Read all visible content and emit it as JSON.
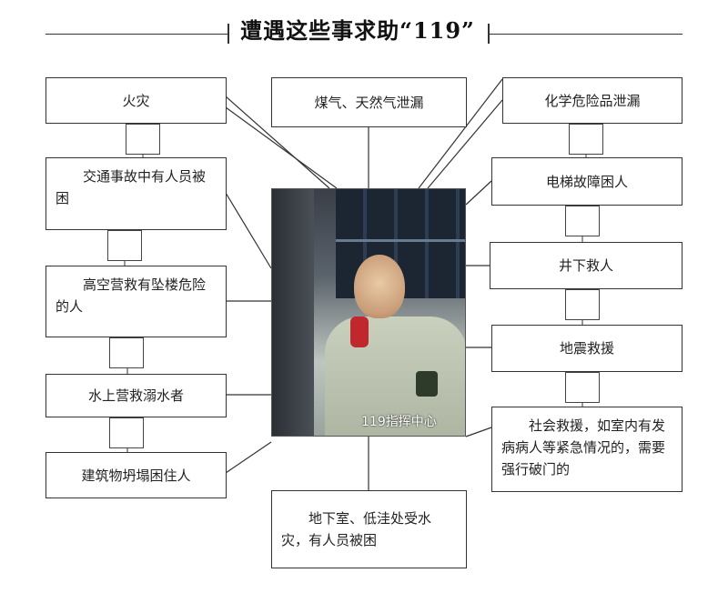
{
  "title": "遭遇这些事求助“119”",
  "center_caption": "119指挥中心",
  "left_boxes": [
    "火灾",
    "交通事故中有人员被困",
    "高空营救有坠楼危险的人",
    "水上营救溺水者",
    "建筑物坍塌困住人"
  ],
  "top_box": "煤气、天然气泄漏",
  "bottom_box": "地下室、低洼处受水灾，有人员被困",
  "right_boxes": [
    "化学危险品泄漏",
    "电梯故障困人",
    "井下救人",
    "地震救援",
    "社会救援，如室内有发病病人等紧急情况的，需要强行破门的"
  ]
}
